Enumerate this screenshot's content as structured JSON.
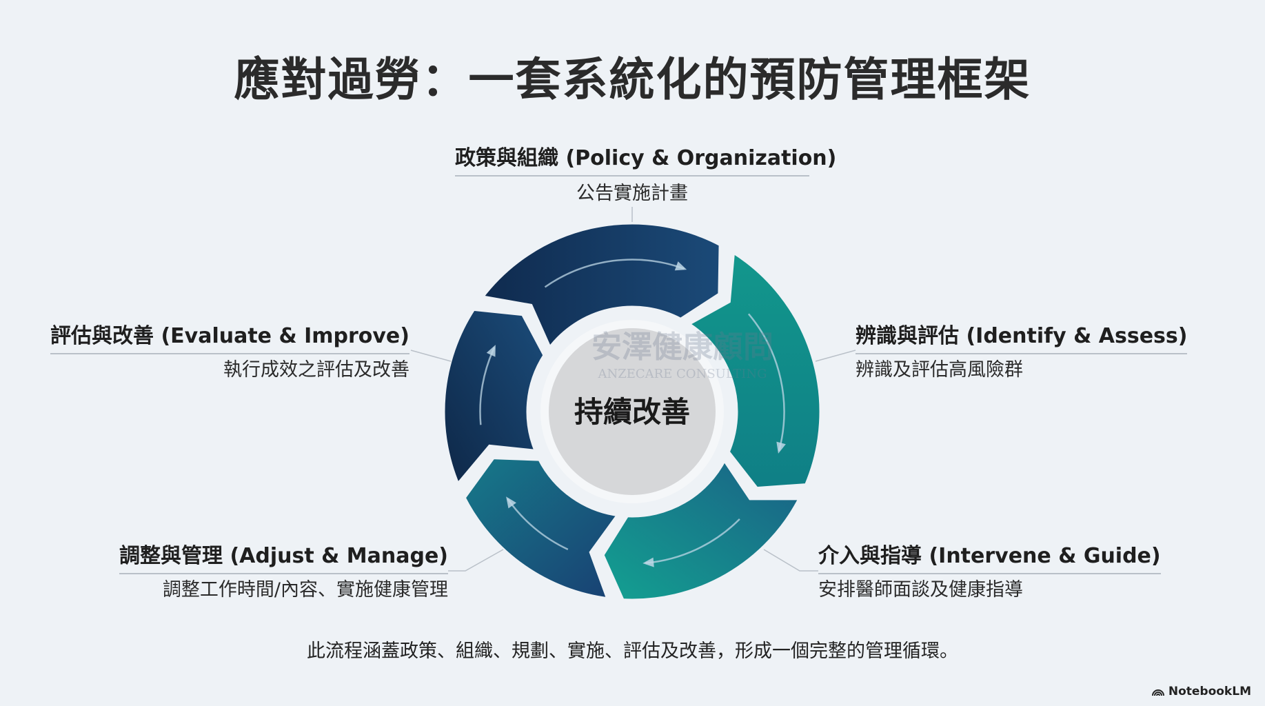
{
  "title": "應對過勞：一套系統化的預防管理框架",
  "center_label": "持續改善",
  "watermark": {
    "name": "安澤健康顧問",
    "subtitle": "ANZECARE CONSULTING"
  },
  "steps": [
    {
      "label": "政策與組織 (Policy & Organization)",
      "sub": "公告實施計畫",
      "color": "#15365f"
    },
    {
      "label": "辨識與評估 (Identify & Assess)",
      "sub": "辨識及評估高風險群",
      "color": "#0f8e88"
    },
    {
      "label": "介入與指導 (Intervene & Guide)",
      "sub": "安排醫師面談及健康指導",
      "color": "#14918f"
    },
    {
      "label": "調整與管理 (Adjust & Manage)",
      "sub": "調整工作時間/內容、實施健康管理",
      "color": "#1a5f85"
    },
    {
      "label": "評估與改善 (Evaluate & Improve)",
      "sub": "執行成效之評估及改善",
      "color": "#15365f"
    }
  ],
  "footer": "此流程涵蓋政策、組織、規劃、實施、評估及改善，形成一個完整的管理循環。",
  "brand": "NotebookLM"
}
